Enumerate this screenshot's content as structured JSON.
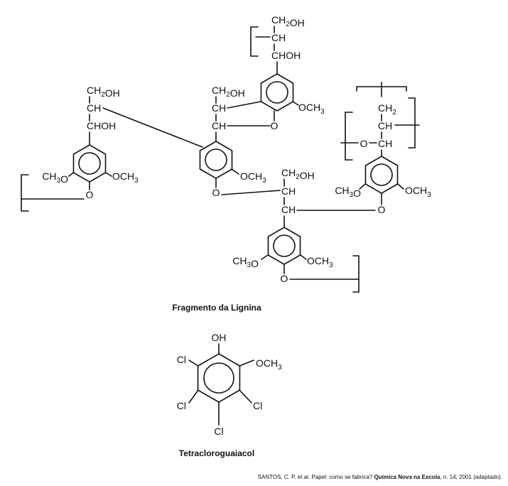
{
  "figure_1": {
    "caption": "Fragmento da Lignina",
    "groups": {
      "ch2oh": "CH₂OH",
      "ch": "CH",
      "choh": "CHOH",
      "o": "O",
      "och3": "OCH₃",
      "ch3o": "CH₃O",
      "ch2": "CH₂"
    }
  },
  "figure_2": {
    "caption": "Tetracloroguaiacol",
    "groups": {
      "oh": "OH",
      "cl": "Cl",
      "och3": "OCH₃"
    }
  },
  "source": {
    "prefix": "SANTOS, C. P. et al. Papel: como se fabrica? ",
    "journal": "Química Nova na Escola",
    "suffix": ", n. 14, 2001 (adaptado)."
  }
}
